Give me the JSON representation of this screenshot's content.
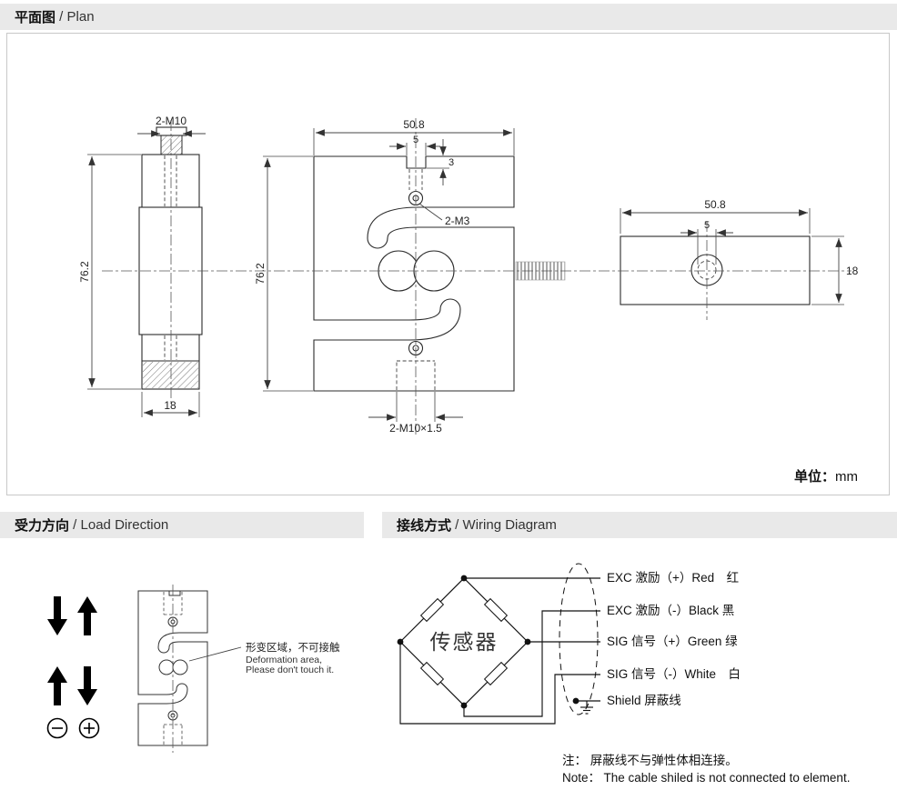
{
  "plan": {
    "header": {
      "zh": "平面图",
      "sep": " / ",
      "en": "Plan"
    },
    "unit": {
      "label": "单位：",
      "value": "mm"
    },
    "left_view": {
      "thread": "2-M10",
      "height": "76.2",
      "width": "18"
    },
    "front_view": {
      "width": "50.8",
      "slot_width": "5",
      "slot_depth": "3",
      "screw": "2-M3",
      "height": "76.2",
      "bottom_thread": "2-M10×1.5"
    },
    "side_view": {
      "width": "50.8",
      "hole": "5",
      "height": "18"
    }
  },
  "load_direction": {
    "header": {
      "zh": "受力方向",
      "sep": " / ",
      "en": "Load Direction"
    },
    "callout": {
      "zh": "形变区域，不可接触",
      "en_line1": "Deformation area,",
      "en_line2": "Please don't touch it."
    }
  },
  "wiring": {
    "header": {
      "zh": "接线方式",
      "sep": " / ",
      "en": "Wiring Diagram"
    },
    "sensor": "传感器",
    "wires": [
      {
        "label": "EXC 激励（+）Red　红"
      },
      {
        "label": "EXC 激励（-）Black 黑"
      },
      {
        "label": "SIG 信号（+）Green 绿"
      },
      {
        "label": "SIG 信号（-）White　白"
      },
      {
        "label": "Shield 屏蔽线"
      }
    ],
    "notes": {
      "zh": "注： 屏蔽线不与弹性体相连接。",
      "en": "Note： The cable shiled is not connected to element."
    }
  }
}
